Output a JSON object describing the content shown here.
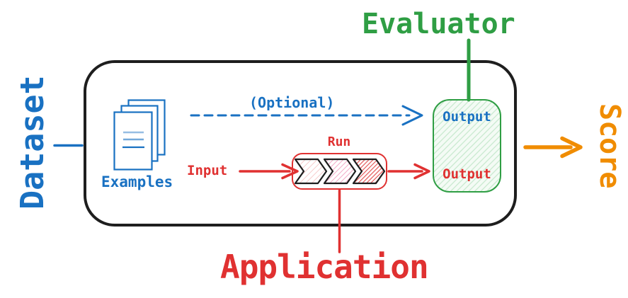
{
  "labels": {
    "dataset": "Dataset",
    "evaluator": "Evaluator",
    "score": "Score",
    "application": "Application",
    "examples": "Examples",
    "optional": "(Optional)",
    "input": "Input",
    "run": "Run",
    "evaluator_output": "Output",
    "app_output": "Output"
  },
  "colors": {
    "blue": "#1971c2",
    "green": "#2f9e44",
    "red": "#e03131",
    "orange": "#f08c00",
    "ink": "#1e1e1e",
    "green_fill": "#f4fbf5",
    "green_hatch": "#cdebd3",
    "chevron_hatch_1": "#f3b4b4",
    "chevron_hatch_2": "#f2a0c0",
    "chevron_hatch_3": "#e34d4d"
  }
}
